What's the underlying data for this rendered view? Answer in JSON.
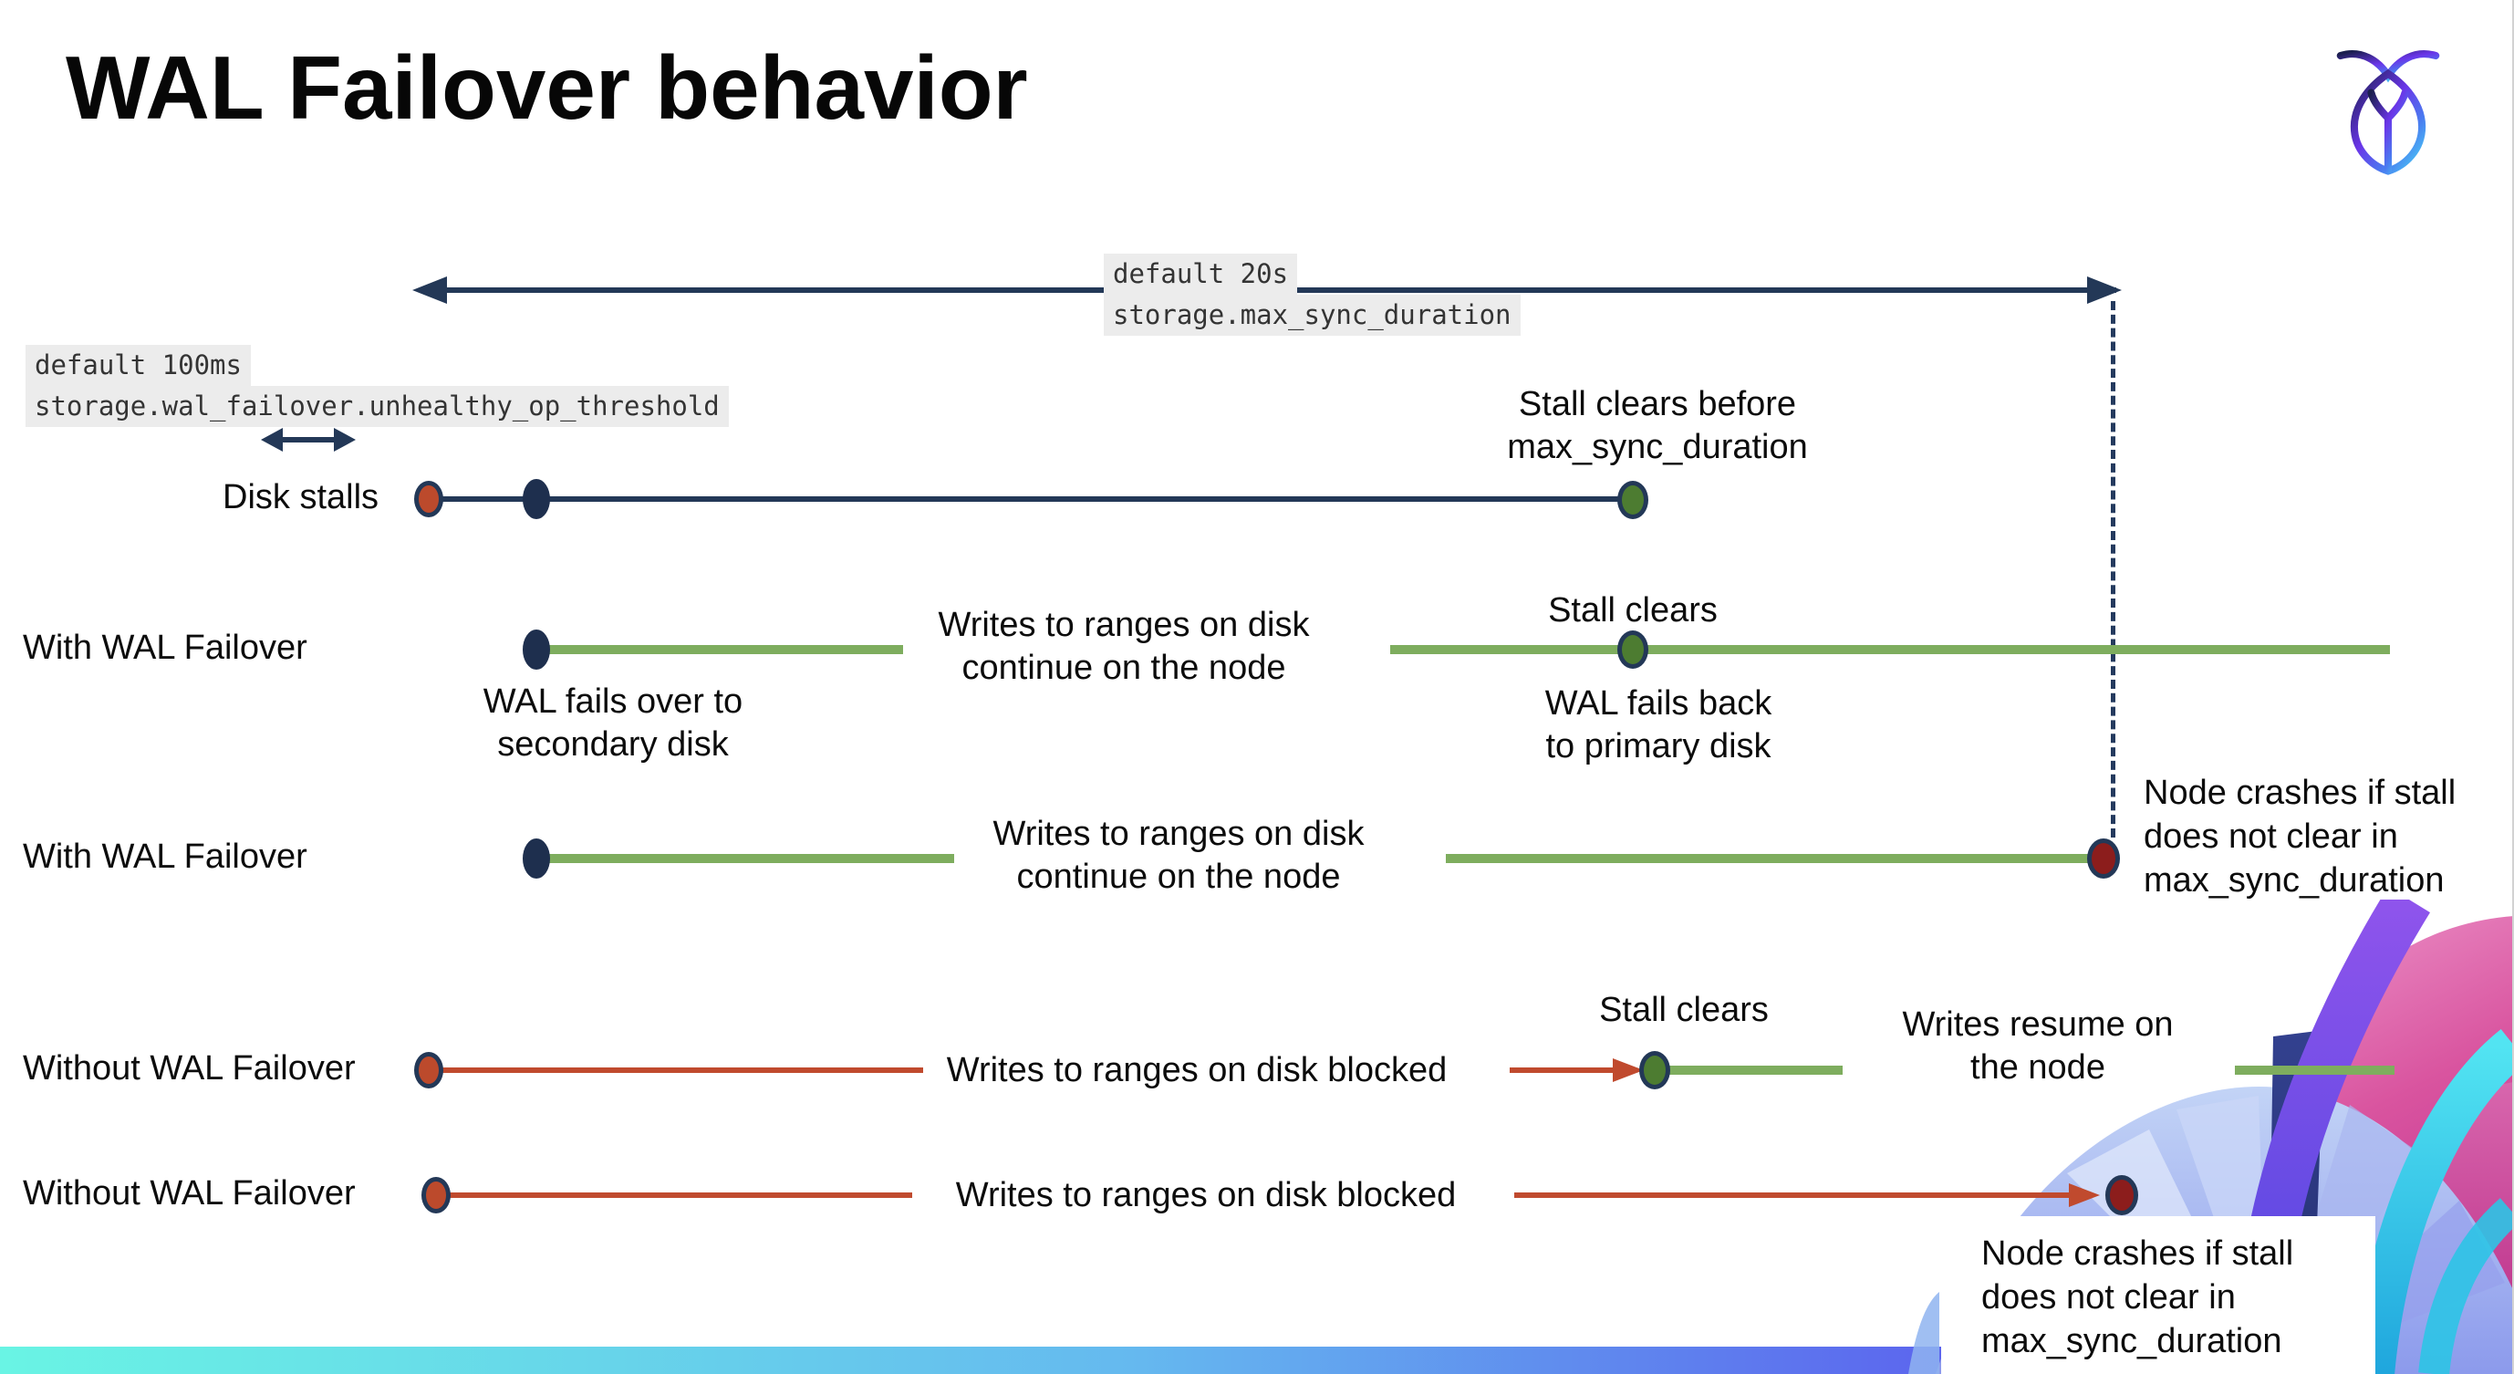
{
  "title": "WAL Failover behavior",
  "settings": {
    "max_sync": {
      "default_label": "default 20s",
      "setting_name": "storage.max_sync_duration"
    },
    "unhealthy_op": {
      "default_label": "default 100ms",
      "setting_name": "storage.wal_failover.unhealthy_op_threshold"
    }
  },
  "rows": {
    "disk_stalls": {
      "label": "Disk stalls",
      "stall_clears_line1": "Stall clears before",
      "stall_clears_line2": "max_sync_duration"
    },
    "with_failover_recovers": {
      "label": "With WAL Failover",
      "failover_line1": "WAL fails over to",
      "failover_line2": "secondary disk",
      "writes_line1": "Writes to ranges on disk",
      "writes_line2": "continue on the node",
      "stall_clears": "Stall clears",
      "failback_line1": "WAL fails  back",
      "failback_line2": "to primary disk"
    },
    "with_failover_crashes": {
      "label": "With WAL Failover",
      "writes_line1": "Writes to ranges on disk",
      "writes_line2": "continue on the node",
      "crash_line1": "Node crashes if stall",
      "crash_line2": "does not clear in",
      "crash_line3": "max_sync_duration"
    },
    "without_failover_recovers": {
      "label": "Without WAL Failover",
      "writes_blocked": "Writes to ranges on disk  blocked",
      "stall_clears": "Stall clears",
      "resume_line1": "Writes resume on",
      "resume_line2": "the node"
    },
    "without_failover_crashes": {
      "label": "Without WAL Failover",
      "writes_blocked": "Writes to ranges on disk  blocked",
      "crash_line1": "Node crashes if stall",
      "crash_line2": "does not clear in",
      "crash_line3": "max_sync_duration"
    }
  },
  "colors": {
    "navy": "#233857",
    "green_line": "#7ead5e",
    "green_dot": "#4d7c31",
    "red": "#c04a2e",
    "dark_red": "#8c1d1c",
    "code_bg": "#ececec",
    "bar_gradient": [
      "#69f4e4",
      "#65b9ef",
      "#5b63ee",
      "#4f3fd6"
    ]
  }
}
